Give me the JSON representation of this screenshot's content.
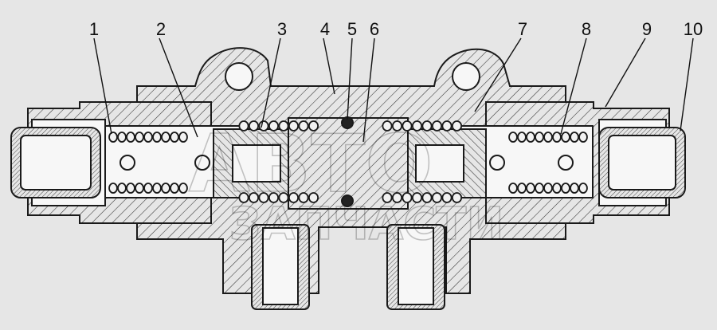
{
  "callouts": [
    {
      "number": "1"
    },
    {
      "number": "2"
    },
    {
      "number": "3"
    },
    {
      "number": "4"
    },
    {
      "number": "5"
    },
    {
      "number": "6"
    },
    {
      "number": "7"
    },
    {
      "number": "8"
    },
    {
      "number": "9"
    },
    {
      "number": "10"
    }
  ],
  "watermark": {
    "line1": "АВТО",
    "line2": "ЗАПЧАСТИ"
  },
  "colors": {
    "background": "#e6e6e6",
    "line": "#1a1a1a",
    "hatch": "#333333",
    "cavity": "#f7f7f7"
  }
}
